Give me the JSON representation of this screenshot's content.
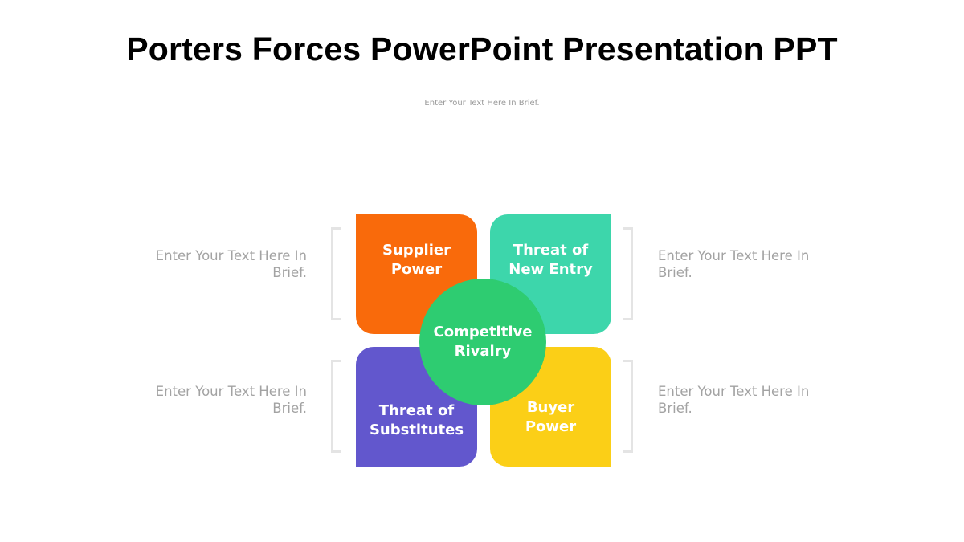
{
  "title": "Porters Forces PowerPoint Presentation PPT",
  "subtitle": "Enter Your Text Here In Brief.",
  "center": {
    "line1": "Competitive",
    "line2": "Rivalry",
    "color": "#2ecc71"
  },
  "tiles": [
    {
      "line1": "Supplier",
      "line2": "Power",
      "color": "#f96a0b"
    },
    {
      "line1": "Threat of",
      "line2": "New Entry",
      "color": "#3dd6ab"
    },
    {
      "line1": "Threat of",
      "line2": "Substitutes",
      "color": "#6257cd"
    },
    {
      "line1": "Buyer",
      "line2": "Power",
      "color": "#fbcf17"
    }
  ],
  "notes": {
    "top_left": "Enter Your Text Here In Brief.",
    "top_right": "Enter Your Text Here In Brief.",
    "bottom_left": "Enter Your Text Here In Brief.",
    "bottom_right": "Enter Your Text Here In Brief."
  }
}
